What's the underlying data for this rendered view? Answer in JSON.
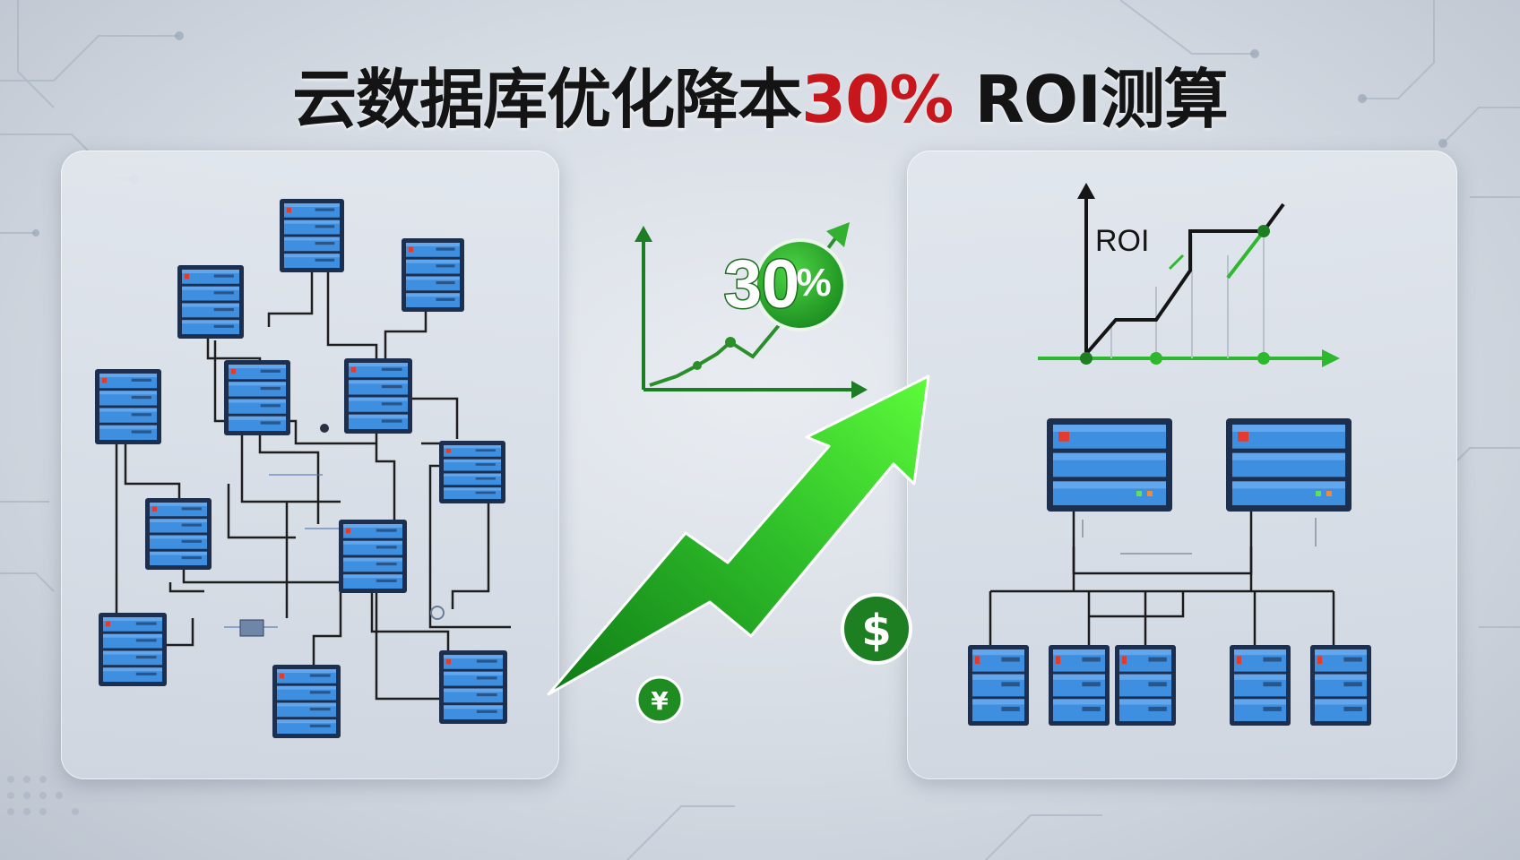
{
  "title": {
    "part1": "云数据库优化降本",
    "highlight": "30%",
    "part2": " ROI测算"
  },
  "badge": {
    "number": "30",
    "percent": "%"
  },
  "roi_chart": {
    "label": "ROI"
  },
  "coins": {
    "yen": "¥",
    "dollar": "$"
  },
  "icons": [
    "server-rack-icon",
    "growth-chart-icon",
    "trend-arrow-icon",
    "yen-coin-icon",
    "dollar-coin-icon",
    "roi-chart-icon"
  ],
  "colors": {
    "title_text": "#141414",
    "title_highlight": "#c8161d",
    "growth_green": "#2ea82e",
    "server_blue": "#3f8fe0",
    "server_frame": "#1c2f4f"
  }
}
